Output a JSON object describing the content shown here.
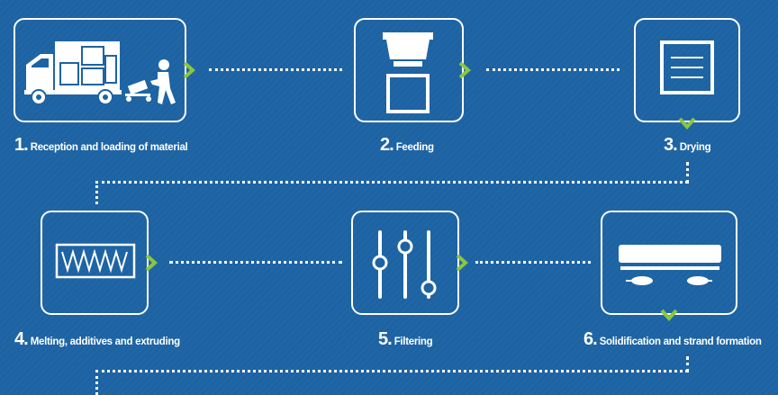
{
  "colors": {
    "background": "#1d63a3",
    "accent": "#8dc63f",
    "line": "#ffffff"
  },
  "steps": [
    {
      "number": "1",
      "label": "Reception and loading of material",
      "icon": "truck-icon"
    },
    {
      "number": "2",
      "label": "Feeding",
      "icon": "hopper-icon"
    },
    {
      "number": "3",
      "label": "Drying",
      "icon": "dryer-icon"
    },
    {
      "number": "4",
      "label": "Melting, additives and extruding",
      "icon": "heater-coil-icon"
    },
    {
      "number": "5",
      "label": "Filtering",
      "icon": "sliders-icon"
    },
    {
      "number": "6",
      "label": "Solidification and strand formation",
      "icon": "water-bath-icon"
    }
  ]
}
